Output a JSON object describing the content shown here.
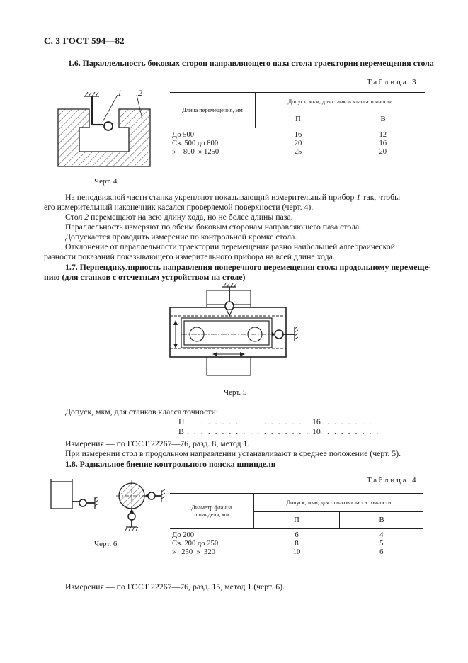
{
  "header": "С. 3 ГОСТ 594—82",
  "sec16": {
    "title": "1.6. Параллельность боковых сторон направляющего паза стола траектории перемещения стола",
    "table_label": "Таблица 3",
    "col1_header": "Длина перемещения, мм",
    "tol_header": "Допуск, мкм, для станков класса точности",
    "class_p": "П",
    "class_v": "В",
    "rows": [
      {
        "range": "До 500",
        "p": "16",
        "v": "12"
      },
      {
        "range": "Св. 500 до 800",
        "p": "20",
        "v": "16"
      },
      {
        "range": "»    800  » 1250",
        "p": "25",
        "v": "20"
      }
    ],
    "fig_label": "Черт. 4",
    "fig_num1": "1",
    "fig_num2": "2",
    "paragraphs": [
      "На неподвижной части станка укрепляют показывающий измерительный прибор 1 так, чтобы",
      "его измерительный наконечник касался проверяемой поверхности (черт. 4).",
      "Стол 2 перемещают на всю длину хода, но не более длины паза.",
      "Параллельность измеряют по обеим боковым сторонам направляющего паза стола.",
      "Допускается проводить измерение по контрольной кромке стола.",
      "Отклонение от параллельности траектории перемещения равно наибольшей алгебраической",
      "разности показаний показывающего измерительного прибора на всей длине хода."
    ]
  },
  "sec17": {
    "title_line1": "1.7. Перпендикулярность направления поперечного перемещения стола продольному перемеще-",
    "title_line2": "нию (для станков с отсчетным устройством на столе)",
    "fig_label": "Черт. 5",
    "tol_intro": "Допуск, мкм, для станков класса точности:",
    "tol_p_label": "П",
    "tol_p_value": "16",
    "tol_v_label": "В",
    "tol_v_value": "10",
    "measure": "Измерения — по ГОСТ 22267—76, разд. 8, метод 1.",
    "note": "При измерении стол в продольном направлении устанавливают в среднее положение (черт. 5)."
  },
  "sec18": {
    "title": "1.8. Радиальное биение контрольного пояска шпинделя",
    "table_label": "Таблица 4",
    "col1_header_l1": "Диаметр фланца",
    "col1_header_l2": "шпинделя, мм",
    "tol_header": "Допуск, мкм, для станков класса точности",
    "class_p": "П",
    "class_v": "В",
    "rows": [
      {
        "range": "До 200",
        "p": "6",
        "v": "4"
      },
      {
        "range": "Св. 200 до 250",
        "p": "8",
        "v": "5"
      },
      {
        "range": "»   250  »  320",
        "p": "10",
        "v": "6"
      }
    ],
    "fig_label": "Черт. 6",
    "measure": "Измерения — по ГОСТ 22267—76, разд. 15, метод 1 (черт. 6)."
  }
}
